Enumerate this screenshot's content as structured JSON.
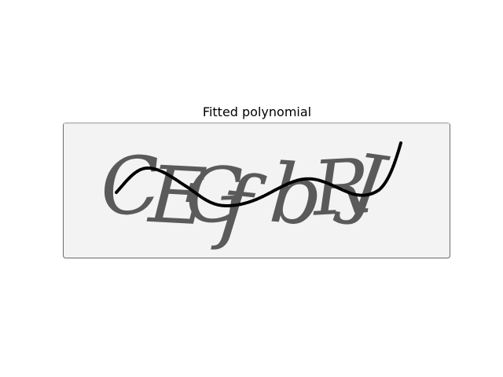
{
  "figure": {
    "title": "Fitted polynomial"
  },
  "captcha": {
    "letters": [
      "C",
      "E",
      "G",
      "f",
      "b",
      "R",
      "J"
    ],
    "background_color": "#f3f3f3",
    "letter_color": "#5a5a5a",
    "curve_color": "#000000"
  }
}
